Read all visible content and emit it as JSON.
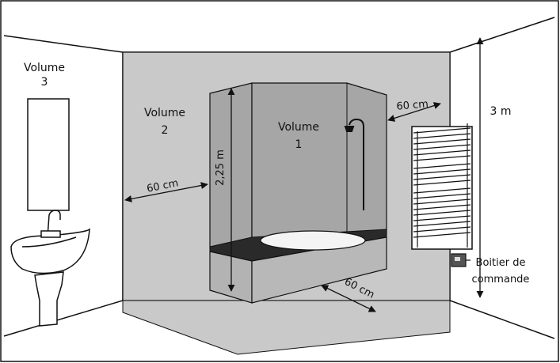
{
  "labels": {
    "volume3_line1": "Volume",
    "volume3_line2": "3",
    "volume2_line1": "Volume",
    "volume2_line2": "2",
    "volume1_line1": "Volume",
    "volume1_line2": "1",
    "dim_60_left": "60 cm",
    "dim_60_right": "60 cm",
    "dim_60_floor": "60 cm",
    "dim_225": "2,25 m",
    "dim_3m": "3 m",
    "control_box_line1": "Boitier de",
    "control_box_line2": "commande"
  },
  "colors": {
    "background": "#ffffff",
    "line": "#111111",
    "volume1": "#a6a6a6",
    "volume2": "#c9c9c9",
    "bath_top": "#2a2a2a",
    "tub_basin": "#f4f4f4"
  },
  "icons": {
    "shower_head": "shower-head-icon",
    "towel_radiator": "towel-radiator-icon",
    "sink": "sink-icon",
    "control_box": "control-box-icon"
  }
}
